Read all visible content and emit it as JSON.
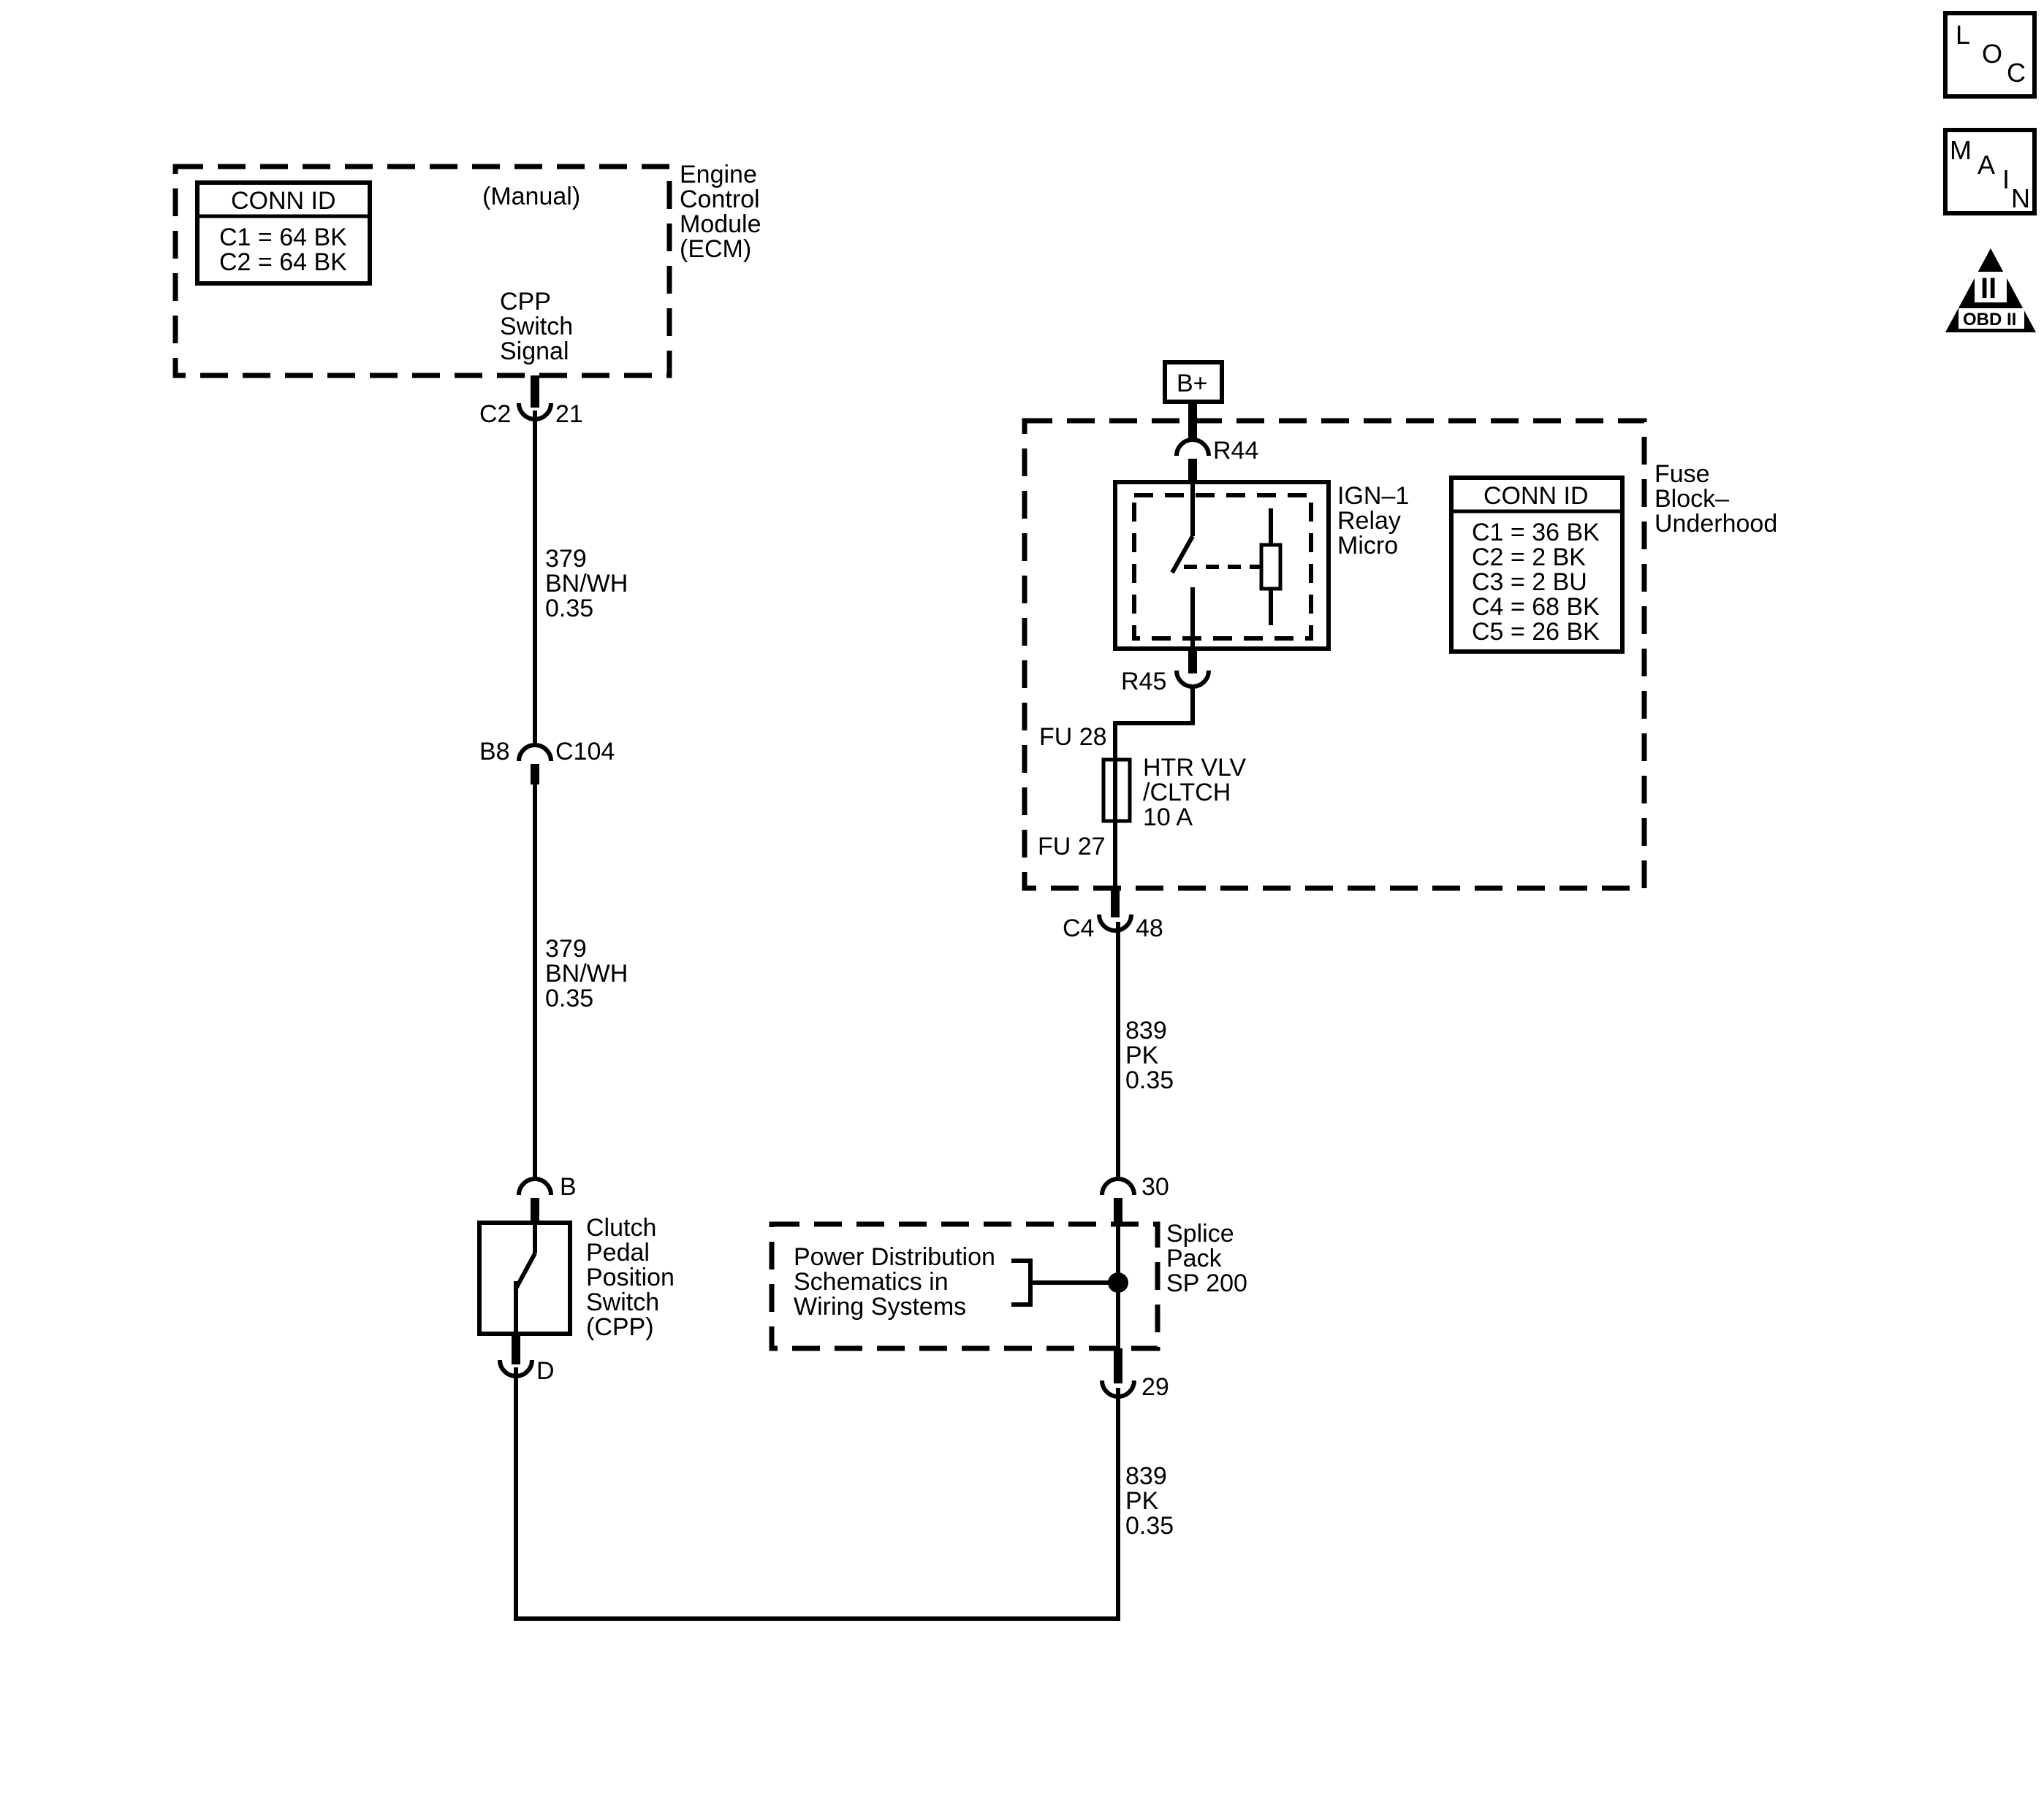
{
  "icons": {
    "loc": [
      "L",
      "O",
      "C"
    ],
    "main": [
      "M",
      "A",
      "I",
      "N"
    ],
    "obd": {
      "numeral": "II",
      "label": "OBD II"
    }
  },
  "ecm": {
    "label_lines": [
      "Engine",
      "Control",
      "Module",
      "(ECM)"
    ],
    "variant": "(Manual)",
    "conn_id_title": "CONN ID",
    "conn_rows": [
      "C1 = 64 BK",
      "C2 = 64 BK"
    ],
    "signal_lines": [
      "CPP",
      "Switch",
      "Signal"
    ],
    "pin_connector": "C2",
    "pin_number": "21"
  },
  "wire_379_upper": [
    "379",
    "BN/WH",
    "0.35"
  ],
  "inline_c104": {
    "pin": "B8",
    "connector": "C104"
  },
  "wire_379_lower": [
    "379",
    "BN/WH",
    "0.35"
  ],
  "cpp_switch": {
    "pin_top": "B",
    "pin_bottom": "D",
    "label_lines": [
      "Clutch",
      "Pedal",
      "Position",
      "Switch",
      "(CPP)"
    ]
  },
  "battery": "B+",
  "fuse_block": {
    "label_lines": [
      "Fuse",
      "Block–",
      "Underhood"
    ],
    "relay_pin_in": "R44",
    "relay_pin_out": "R45",
    "relay_label_lines": [
      "IGN–1",
      "Relay",
      "Micro"
    ],
    "conn_id_title": "CONN ID",
    "conn_rows": [
      "C1 = 36 BK",
      "C2 = 2 BK",
      "C3 = 2 BU",
      "C4 = 68 BK",
      "C5 = 26 BK"
    ],
    "fuse_top": "FU 28",
    "fuse_bottom": "FU 27",
    "fuse_label_lines": [
      "HTR VLV",
      "/CLTCH",
      "10 A"
    ],
    "out_connector": "C4",
    "out_pin": "48"
  },
  "wire_839_upper": [
    "839",
    "PK",
    "0.35"
  ],
  "splice": {
    "pin_in": "30",
    "pin_out": "29",
    "label_lines": [
      "Splice",
      "Pack",
      "SP 200"
    ],
    "ref_lines": [
      "Power Distribution",
      "Schematics in",
      "Wiring Systems"
    ]
  },
  "wire_839_lower": [
    "839",
    "PK",
    "0.35"
  ]
}
